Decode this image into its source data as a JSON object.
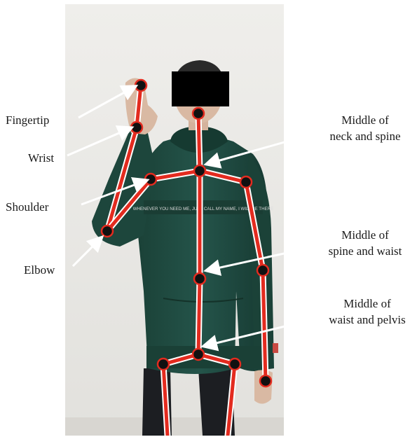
{
  "labels_left": {
    "fingertip": "Fingertip",
    "wrist": "Wrist",
    "shoulder": "Shoulder",
    "elbow": "Elbow"
  },
  "labels_right": {
    "neck_spine_line1": "Middle of",
    "neck_spine_line2": "neck and spine",
    "spine_waist_line1": "Middle of",
    "spine_waist_line2": "spine and waist",
    "waist_pelvis_line1": "Middle of",
    "waist_pelvis_line2": "waist and pelvis"
  },
  "colors": {
    "background_wall": "#ecebe8",
    "hoodie": "#1f4a40",
    "pants": "#1c1e22",
    "skin": "#d9b9a3",
    "hair": "#2a2a2a",
    "face_mask": "#000000",
    "bone_stroke": "#e32b1f",
    "bone_outline": "#ffffff",
    "joint_fill": "#111111",
    "joint_ring": "#e32b1f",
    "arrow": "#ffffff",
    "text": "#1a1a1a"
  },
  "hoodie_print_text": "WHENEVER YOU NEED ME, JUST CALL MY NAME, I WILL BE THERE"
}
